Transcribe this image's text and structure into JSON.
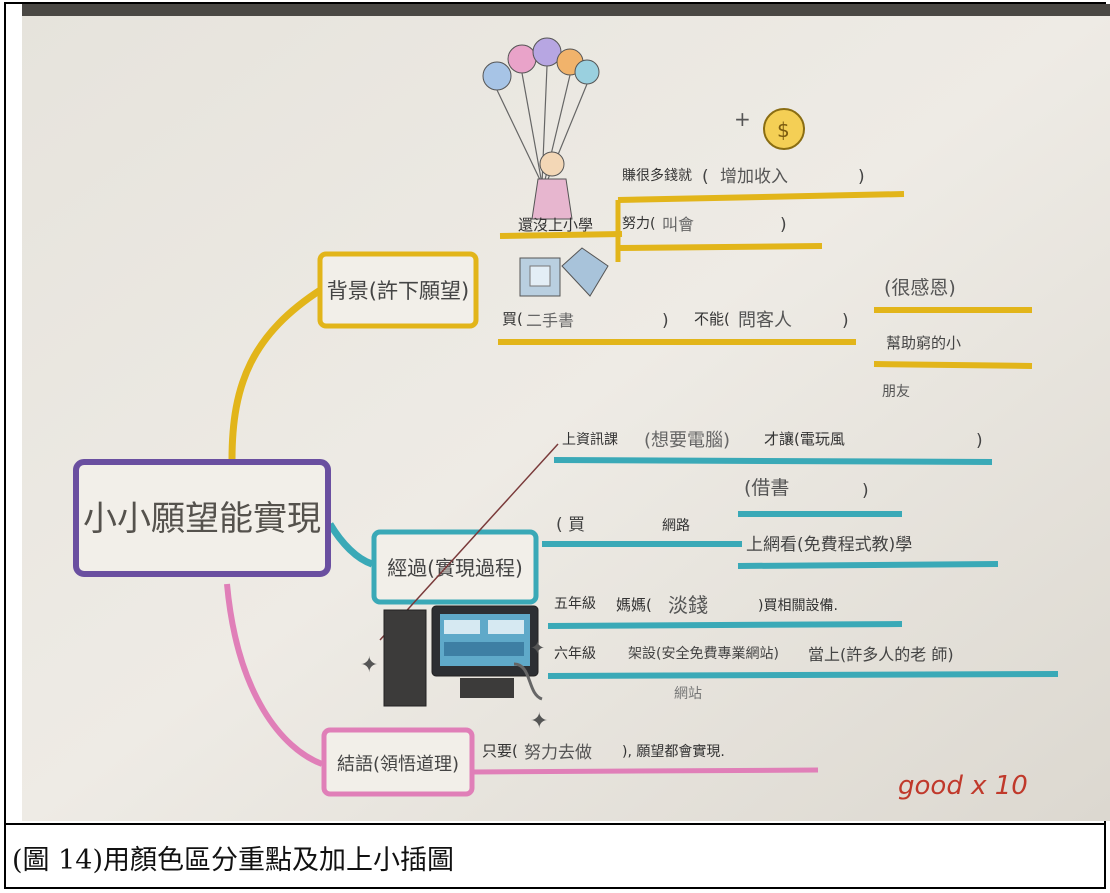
{
  "mindmap": {
    "center": "小小願望能實現",
    "branches": {
      "background": {
        "title": "背景(許下願望)",
        "age": "還沒上小學",
        "money_line_label": "賺很多錢就",
        "money_line_value": "增加收入",
        "effort_label": "努力(",
        "effort_value": "叫會",
        "buy_label": "買(",
        "buy_value": "二手書",
        "no_label": "不能(",
        "no_value": "問客人",
        "thanks": "(很感恩)",
        "help_label": "幫助窮的小",
        "friends": "朋友"
      },
      "process": {
        "title": "經過(實現過程)",
        "grade_label": "上資訊課",
        "grade_value": "(想要電腦)",
        "find_label": "才讓(電玩風",
        "buy_label": "( 買",
        "online_label": "網路",
        "borrow": "(借書",
        "online_learn": "上網看(免費程式教)學",
        "grade5_label": "五年級",
        "grade5_mid": "媽媽(",
        "grade5_value": "淡錢",
        "grade5_end": ")買相關設備.",
        "grade6_label": "六年級",
        "grade6_mid": "架設(安全免費專業網站)",
        "grade6_end": "當上(許多人的老 師)",
        "site_note": "網站"
      },
      "conclusion": {
        "title": "結語(領悟道理)",
        "text_start": "只要(",
        "text_value": "努力去做",
        "text_end": "), 願望都會實現."
      }
    },
    "signature": "good x 10",
    "colors": {
      "center": "#6a4fa0",
      "background": "#e2b51a",
      "process": "#3aa9b7",
      "conclusion": "#e07fb8",
      "paper": "#ece9e2"
    }
  },
  "caption": "(圖 14)用顏色區分重點及加上小插圖"
}
